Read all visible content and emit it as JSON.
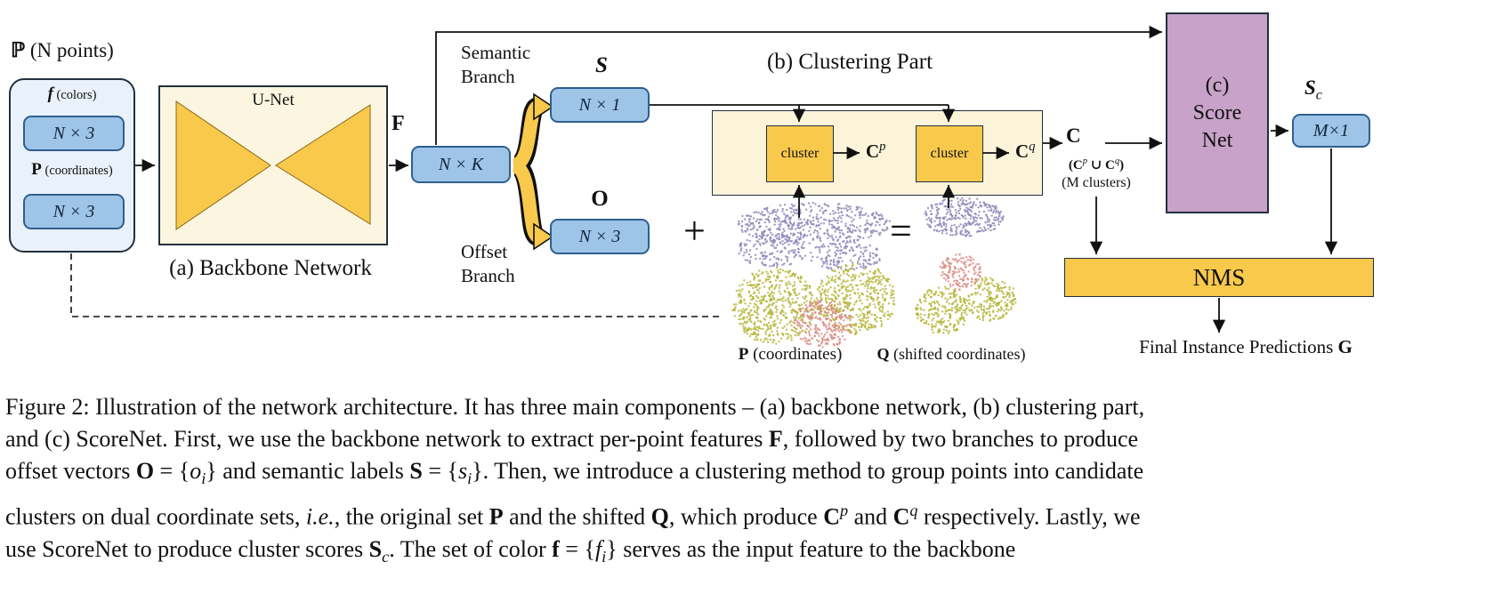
{
  "colors": {
    "box_blue_fill": "#9EC4E8",
    "box_blue_border": "#2F5F8F",
    "cream_fill": "#FCF6E0",
    "yellow": "#F9C94C",
    "purple_scorenet": "#C8A2C8",
    "cloud_purple": "#9187B9",
    "cloud_green": "#B6B63A",
    "cloud_red": "#D98C85"
  },
  "input": {
    "title": [
      {
        "t": "ℙ",
        "c": "b"
      },
      {
        "t": " (N points)",
        "c": ""
      }
    ],
    "f_line": [
      {
        "t": "f",
        "c": "bi"
      },
      {
        "t": " (colors)",
        "c": "sm"
      }
    ],
    "f_dim": "N × 3",
    "p_line": [
      {
        "t": "P",
        "c": "b"
      },
      {
        "t": " (coordinates)",
        "c": "sm"
      }
    ],
    "p_dim": "N × 3"
  },
  "backbone": {
    "unet": "U-Net",
    "caption": "(a) Backbone Network"
  },
  "features": {
    "label": "F",
    "dim": "N × K"
  },
  "semantic_branch": {
    "line1": "Semantic",
    "line2": "Branch",
    "label": "S",
    "dim": "N × 1"
  },
  "offset_branch": {
    "line1": "Offset",
    "line2": "Branch",
    "label": "O",
    "dim": "N × 3"
  },
  "clustering": {
    "title": "(b) Clustering Part",
    "cluster1": "cluster",
    "cluster2": "cluster",
    "cp": [
      {
        "t": "C",
        "c": "b"
      },
      {
        "t": "p",
        "c": "sup"
      }
    ],
    "cq": [
      {
        "t": "C",
        "c": "b"
      },
      {
        "t": "q",
        "c": "sup"
      }
    ],
    "plus": "+",
    "equals": "=",
    "p_caption": [
      {
        "t": "P",
        "c": "b"
      },
      {
        "t": " (coordinates)",
        "c": ""
      }
    ],
    "q_caption": [
      {
        "t": "Q",
        "c": "b"
      },
      {
        "t": " (shifted coordinates)",
        "c": ""
      }
    ]
  },
  "c_node": {
    "label": "C",
    "union": [
      {
        "t": "(C",
        "c": "b"
      },
      {
        "t": "p",
        "c": "sup"
      },
      {
        "t": " ∪ C",
        "c": "b"
      },
      {
        "t": "q",
        "c": "sup"
      },
      {
        "t": ")",
        "c": "b"
      }
    ],
    "m_note": "(M clusters)"
  },
  "scorenet": {
    "line1": "(c)",
    "line2": "Score",
    "line3": "Net"
  },
  "sc_node": {
    "label_segs": [
      {
        "t": "S",
        "c": "bi"
      },
      {
        "t": "c",
        "c": "sub"
      }
    ],
    "dim": "M×1"
  },
  "nms": {
    "label": "NMS"
  },
  "final": {
    "segs": [
      {
        "t": "Final Instance Predictions ",
        "c": ""
      },
      {
        "t": "G",
        "c": "b"
      }
    ]
  },
  "caption": {
    "lines": [
      [
        {
          "t": "Figure 2: Illustration of the network architecture. It has three main components – (a) backbone network, (b) clustering part,",
          "c": ""
        }
      ],
      [
        {
          "t": "and (c) ScoreNet. First, we use the backbone network to extract per-point features ",
          "c": ""
        },
        {
          "t": "F",
          "c": "b"
        },
        {
          "t": ", followed by two branches to produce",
          "c": ""
        }
      ],
      [
        {
          "t": "offset vectors ",
          "c": ""
        },
        {
          "t": "O",
          "c": "b"
        },
        {
          "t": " = {",
          "c": ""
        },
        {
          "t": "o",
          "c": "i"
        },
        {
          "t": "i",
          "c": "sub"
        },
        {
          "t": "} and semantic labels ",
          "c": ""
        },
        {
          "t": "S",
          "c": "b"
        },
        {
          "t": " = {",
          "c": ""
        },
        {
          "t": "s",
          "c": "i"
        },
        {
          "t": "i",
          "c": "sub"
        },
        {
          "t": "}. Then, we introduce a clustering method to group points into candidate",
          "c": ""
        }
      ],
      [
        {
          "t": "clusters on dual coordinate sets, ",
          "c": ""
        },
        {
          "t": "i.e.",
          "c": "i"
        },
        {
          "t": ", the original set ",
          "c": ""
        },
        {
          "t": "P",
          "c": "b"
        },
        {
          "t": " and the shifted ",
          "c": ""
        },
        {
          "t": "Q",
          "c": "b"
        },
        {
          "t": ", which produce ",
          "c": ""
        },
        {
          "t": "C",
          "c": "b"
        },
        {
          "t": "p",
          "c": "sup"
        },
        {
          "t": " and ",
          "c": ""
        },
        {
          "t": "C",
          "c": "b"
        },
        {
          "t": "q",
          "c": "sup"
        },
        {
          "t": " respectively. Lastly, we",
          "c": ""
        }
      ],
      [
        {
          "t": "use ScoreNet to produce cluster scores ",
          "c": ""
        },
        {
          "t": "S",
          "c": "b"
        },
        {
          "t": "c",
          "c": "sub"
        },
        {
          "t": ". The set of color ",
          "c": ""
        },
        {
          "t": "f",
          "c": "b"
        },
        {
          "t": " = {",
          "c": ""
        },
        {
          "t": "f",
          "c": "i"
        },
        {
          "t": "i",
          "c": "sub"
        },
        {
          "t": "} serves as the input feature to the backbone",
          "c": ""
        }
      ]
    ]
  }
}
